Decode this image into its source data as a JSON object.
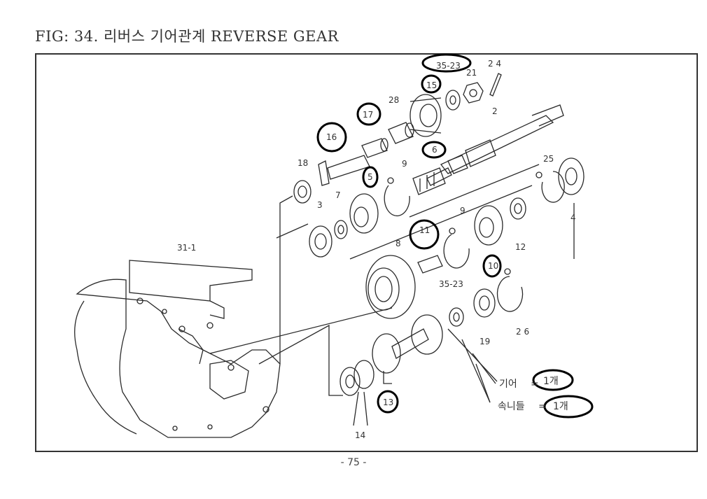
{
  "title": "FIG: 34. 리버스 기어관계 REVERSE GEAR",
  "page_number": "- 75 -",
  "parts": [
    {
      "id": "p35-23a",
      "label": "35-23",
      "circled": true
    },
    {
      "id": "p21",
      "label": "21",
      "circled": false
    },
    {
      "id": "p24",
      "label": "2 4",
      "circled": false
    },
    {
      "id": "p15",
      "label": "15",
      "circled": true
    },
    {
      "id": "p28",
      "label": "28",
      "circled": false
    },
    {
      "id": "p2",
      "label": "2",
      "circled": false
    },
    {
      "id": "p17",
      "label": "17",
      "circled": true
    },
    {
      "id": "p16",
      "label": "16",
      "circled": true
    },
    {
      "id": "p6",
      "label": "6",
      "circled": true
    },
    {
      "id": "p18",
      "label": "18",
      "circled": false
    },
    {
      "id": "p5",
      "label": "5",
      "circled": true
    },
    {
      "id": "p9a",
      "label": "9",
      "circled": false
    },
    {
      "id": "p25",
      "label": "25",
      "circled": false
    },
    {
      "id": "p7",
      "label": "7",
      "circled": false
    },
    {
      "id": "p3",
      "label": "3",
      "circled": false
    },
    {
      "id": "p4",
      "label": "4",
      "circled": false
    },
    {
      "id": "p11",
      "label": "11",
      "circled": true
    },
    {
      "id": "p9b",
      "label": "9",
      "circled": false
    },
    {
      "id": "p12",
      "label": "12",
      "circled": false
    },
    {
      "id": "p31-1",
      "label": "31-1",
      "circled": false
    },
    {
      "id": "p8",
      "label": "8",
      "circled": false
    },
    {
      "id": "p10",
      "label": "10",
      "circled": true
    },
    {
      "id": "p35-23b",
      "label": "35-23",
      "circled": false
    },
    {
      "id": "p19",
      "label": "19",
      "circled": false
    },
    {
      "id": "p26",
      "label": "2 6",
      "circled": false
    },
    {
      "id": "p13",
      "label": "13",
      "circled": true
    },
    {
      "id": "p14",
      "label": "14",
      "circled": false
    }
  ],
  "notes": [
    {
      "id": "gear",
      "label": "기어",
      "eq": "=",
      "value": "1개"
    },
    {
      "id": "teeth",
      "label": "속니들",
      "eq": "=",
      "value": "1개"
    }
  ],
  "colors": {
    "line": "#2a2a2a",
    "circle": "#000000"
  }
}
